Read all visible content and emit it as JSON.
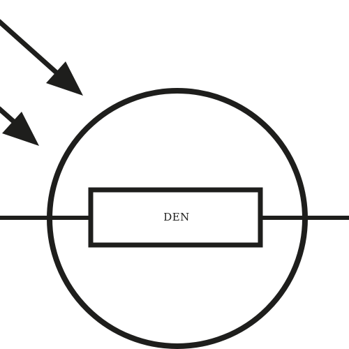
{
  "diagram": {
    "type": "photoresistor-symbol",
    "component_label": "DEN",
    "stroke_color": "#1e1e1c",
    "background_color": "#ffffff",
    "incoming_arrow_count": 2,
    "parts": [
      "outer-circle",
      "resistor-body",
      "left-lead",
      "right-lead",
      "light-arrow-upper",
      "light-arrow-lower"
    ]
  }
}
